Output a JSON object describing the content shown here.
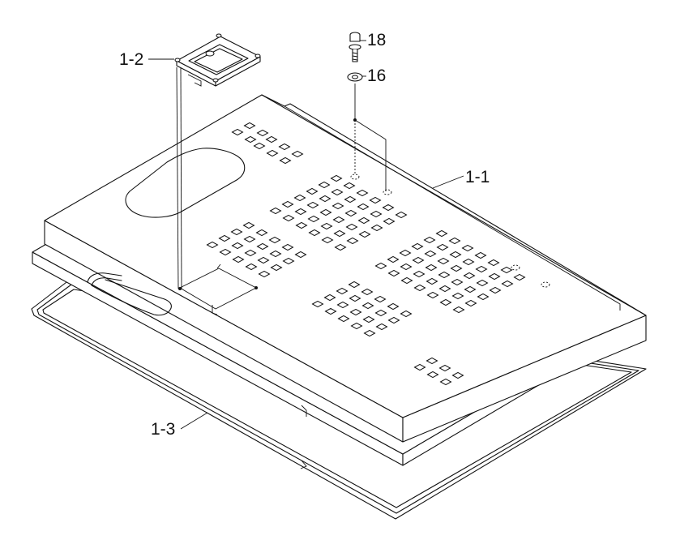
{
  "diagram": {
    "labels": {
      "part_cover": "1-1",
      "part_bracket": "1-2",
      "part_gasket": "1-3",
      "part_washer": "16",
      "part_bolt": "18"
    }
  }
}
